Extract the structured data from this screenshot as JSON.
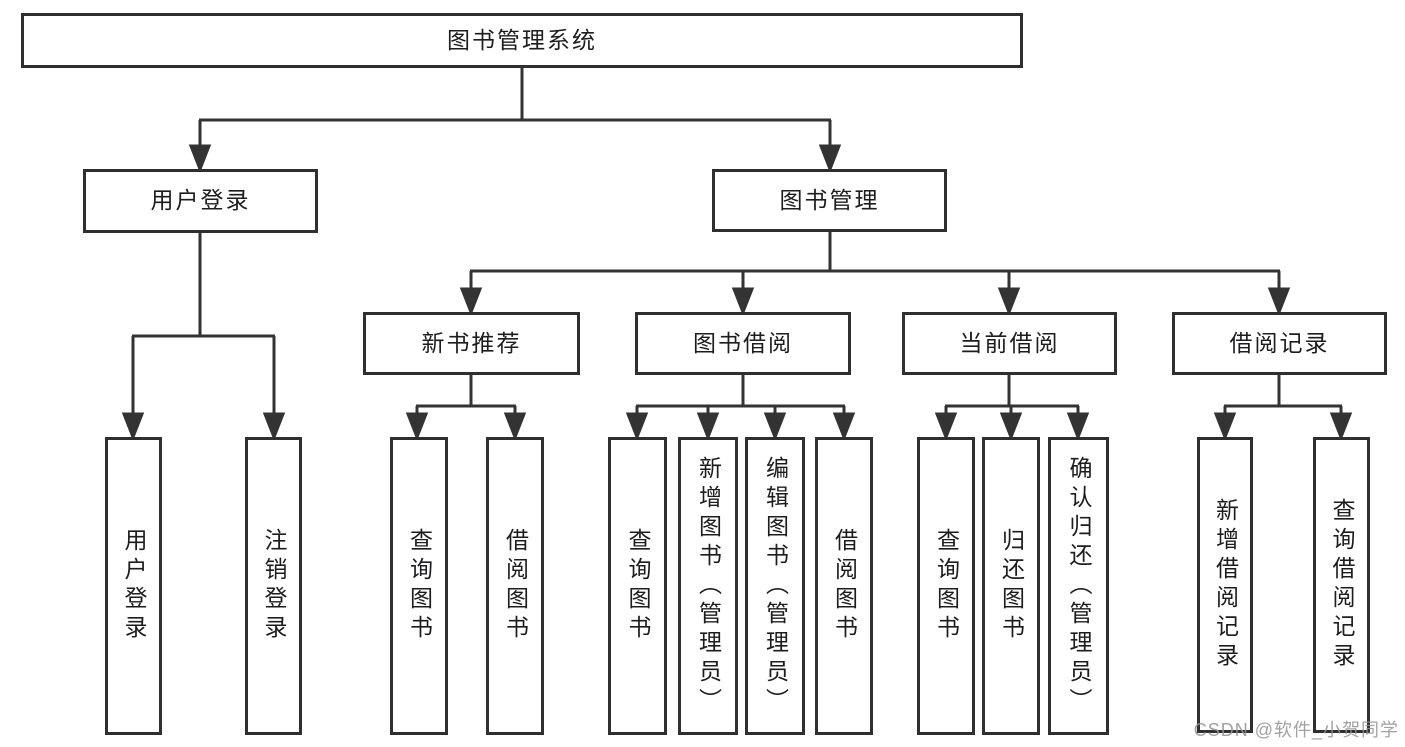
{
  "colors": {
    "line": "#333333",
    "box_border": "#2f2f2f",
    "text": "#1d1d1f",
    "background": "#ffffff",
    "watermark": "#949494"
  },
  "watermark": {
    "text": "CSDN @软件_小贺同学"
  },
  "tree": {
    "root": {
      "label": "图书管理系统"
    },
    "branches": [
      {
        "label": "用户登录",
        "children": [
          {
            "label": "用户登录"
          },
          {
            "label": "注销登录"
          }
        ]
      },
      {
        "label": "图书管理",
        "children": [
          {
            "label": "新书推荐",
            "children": [
              {
                "label": "查询图书"
              },
              {
                "label": "借阅图书"
              }
            ]
          },
          {
            "label": "图书借阅",
            "children": [
              {
                "label": "查询图书"
              },
              {
                "label": "新增图书（管理员）"
              },
              {
                "label": "编辑图书（管理员）"
              },
              {
                "label": "借阅图书"
              }
            ]
          },
          {
            "label": "当前借阅",
            "children": [
              {
                "label": "查询图书"
              },
              {
                "label": "归还图书"
              },
              {
                "label": "确认归还（管理员）"
              }
            ]
          },
          {
            "label": "借阅记录",
            "children": [
              {
                "label": "新增借阅记录"
              },
              {
                "label": "查询借阅记录"
              }
            ]
          }
        ]
      }
    ]
  }
}
